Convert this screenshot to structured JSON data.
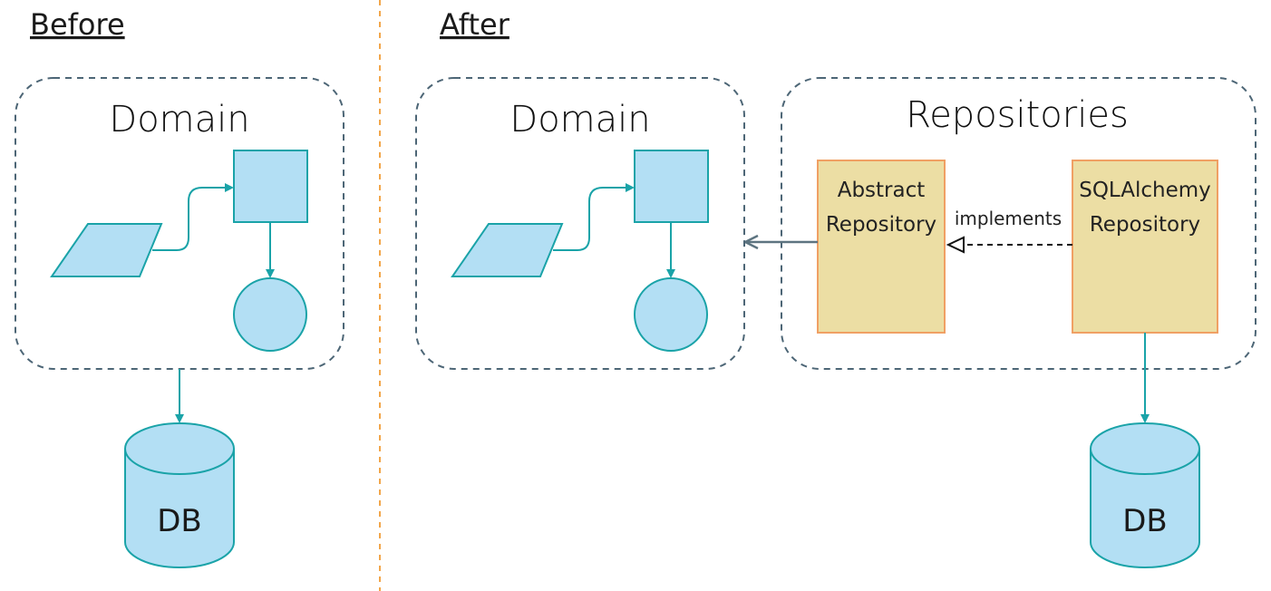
{
  "headings": {
    "before": "Before",
    "after": "After"
  },
  "panels": {
    "before_domain": "Domain",
    "after_domain": "Domain",
    "repositories": "Repositories"
  },
  "database": {
    "before_label": "DB",
    "after_label": "DB"
  },
  "repositories": {
    "abstract": {
      "line1": "Abstract",
      "line2": "Repository"
    },
    "sqlalchemy": {
      "line1": "SQLAlchemy",
      "line2": "Repository"
    }
  },
  "relations": {
    "implements": "implements"
  },
  "colors": {
    "shape_fill": "#b3dff4",
    "shape_stroke": "#1aa3a8",
    "panel_border": "#4d6676",
    "repo_fill": "#ecdea4",
    "repo_stroke": "#f0a064",
    "divider": "#f2a64a",
    "dependency_arrow": "#5d7480"
  }
}
